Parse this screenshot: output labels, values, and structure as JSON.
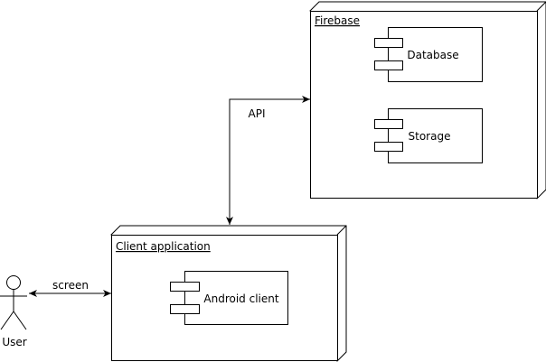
{
  "diagram": {
    "nodes": {
      "firebase": {
        "label": "Firebase",
        "components": {
          "database": "Database",
          "storage": "Storage"
        }
      },
      "client": {
        "label": "Client application",
        "components": {
          "android": "Android client"
        }
      }
    },
    "actor": {
      "label": "User"
    },
    "edges": {
      "api": "API",
      "screen": "screen"
    }
  },
  "colors": {
    "stroke": "#000000",
    "fill": "#ffffff",
    "text": "#000000"
  }
}
